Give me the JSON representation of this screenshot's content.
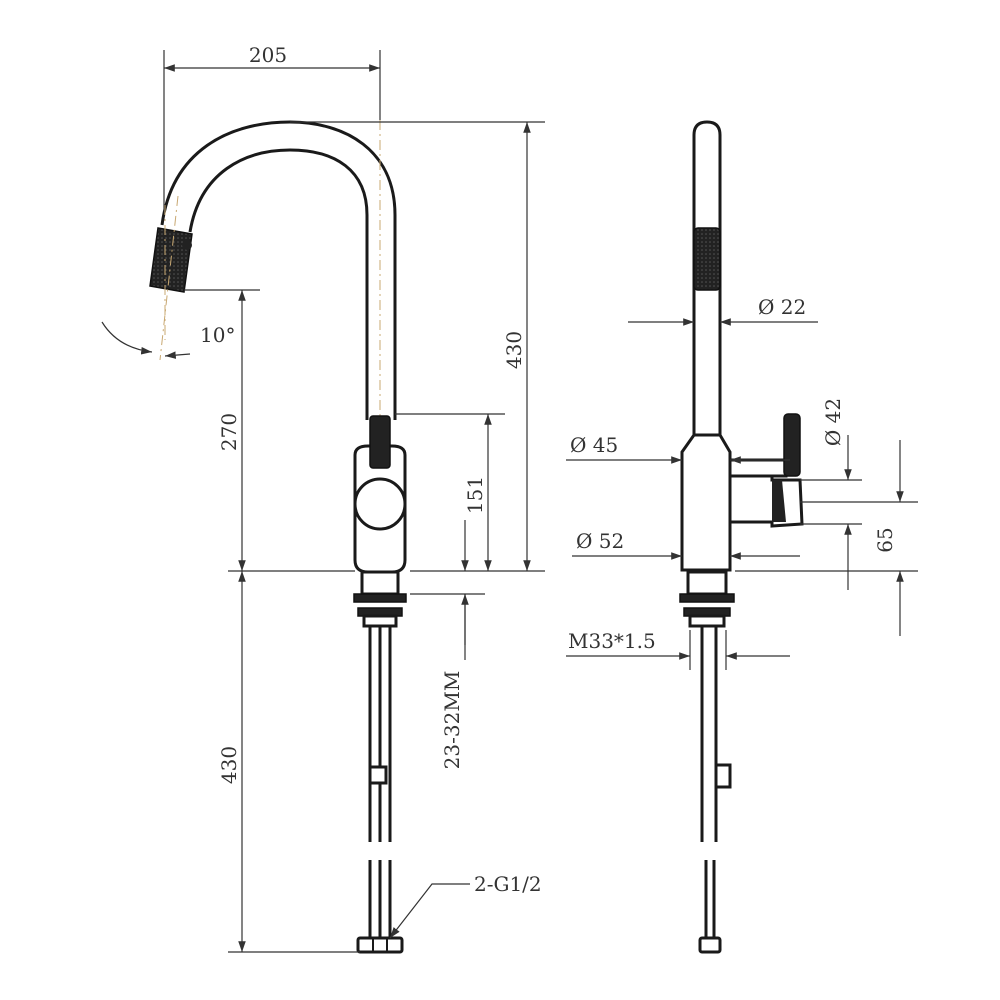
{
  "dimensions": {
    "spout_reach": "205",
    "total_height": "430",
    "spout_height": "270",
    "handle_height": "151",
    "deck_thickness": "23-32MM",
    "hose_length": "430",
    "hose_connection": "2-G1/2",
    "spray_angle": "10°",
    "spray_head_dia": "Ø 22",
    "handle_dia": "Ø 42",
    "neck_dia": "Ø 45",
    "base_dia": "Ø 52",
    "handle_offset": "65",
    "thread": "M33*1.5"
  },
  "colors": {
    "line": "#1a1a1a",
    "dimension_line": "#333333",
    "centerline": "#c8a872"
  }
}
